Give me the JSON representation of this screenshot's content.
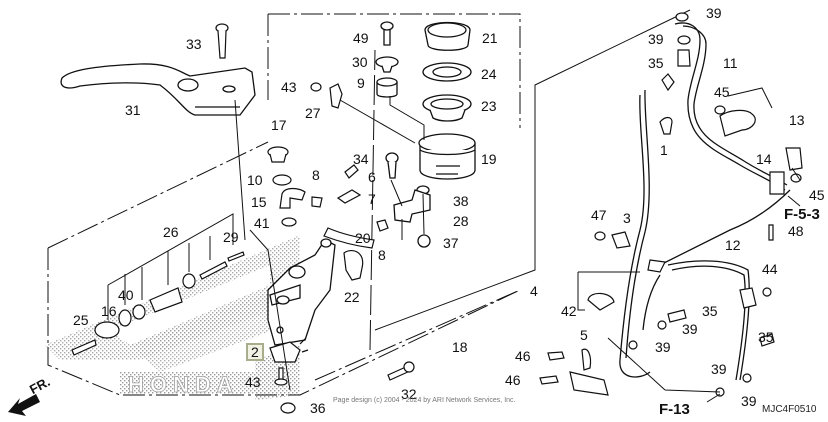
{
  "diagram": {
    "title": "Front brake master cylinder assembly parts diagram",
    "diagram_code": "MJC4F0510",
    "copyright": "Page design (c) 2004 - 2024 by ARI Network Services, Inc.",
    "front_direction_label": "FR.",
    "reference_links": [
      {
        "id": "ref-f53",
        "label": "F-5-3"
      },
      {
        "id": "ref-f13",
        "label": "F-13"
      }
    ],
    "highlighted_part": "2",
    "colors": {
      "line": "#111111",
      "highlight_fill": "#f1f1e4",
      "highlight_border": "#a8ad8c",
      "stipple": "#9a9a9a"
    },
    "callouts": [
      {
        "num": "33"
      },
      {
        "num": "31"
      },
      {
        "num": "49"
      },
      {
        "num": "21"
      },
      {
        "num": "30"
      },
      {
        "num": "24"
      },
      {
        "num": "43"
      },
      {
        "num": "9"
      },
      {
        "num": "23"
      },
      {
        "num": "27"
      },
      {
        "num": "17"
      },
      {
        "num": "19"
      },
      {
        "num": "34"
      },
      {
        "num": "10"
      },
      {
        "num": "6"
      },
      {
        "num": "8"
      },
      {
        "num": "15"
      },
      {
        "num": "7"
      },
      {
        "num": "38"
      },
      {
        "num": "41"
      },
      {
        "num": "28"
      },
      {
        "num": "20"
      },
      {
        "num": "26"
      },
      {
        "num": "29"
      },
      {
        "num": "8"
      },
      {
        "num": "37"
      },
      {
        "num": "22"
      },
      {
        "num": "40"
      },
      {
        "num": "16"
      },
      {
        "num": "25"
      },
      {
        "num": "18"
      },
      {
        "num": "2"
      },
      {
        "num": "43"
      },
      {
        "num": "32"
      },
      {
        "num": "36"
      },
      {
        "num": "39"
      },
      {
        "num": "39"
      },
      {
        "num": "11"
      },
      {
        "num": "35"
      },
      {
        "num": "45"
      },
      {
        "num": "13"
      },
      {
        "num": "1"
      },
      {
        "num": "14"
      },
      {
        "num": "45"
      },
      {
        "num": "47"
      },
      {
        "num": "3"
      },
      {
        "num": "48"
      },
      {
        "num": "12"
      },
      {
        "num": "44"
      },
      {
        "num": "4"
      },
      {
        "num": "42"
      },
      {
        "num": "35"
      },
      {
        "num": "39"
      },
      {
        "num": "5"
      },
      {
        "num": "39"
      },
      {
        "num": "35"
      },
      {
        "num": "46"
      },
      {
        "num": "46"
      },
      {
        "num": "39"
      },
      {
        "num": "39"
      }
    ]
  }
}
